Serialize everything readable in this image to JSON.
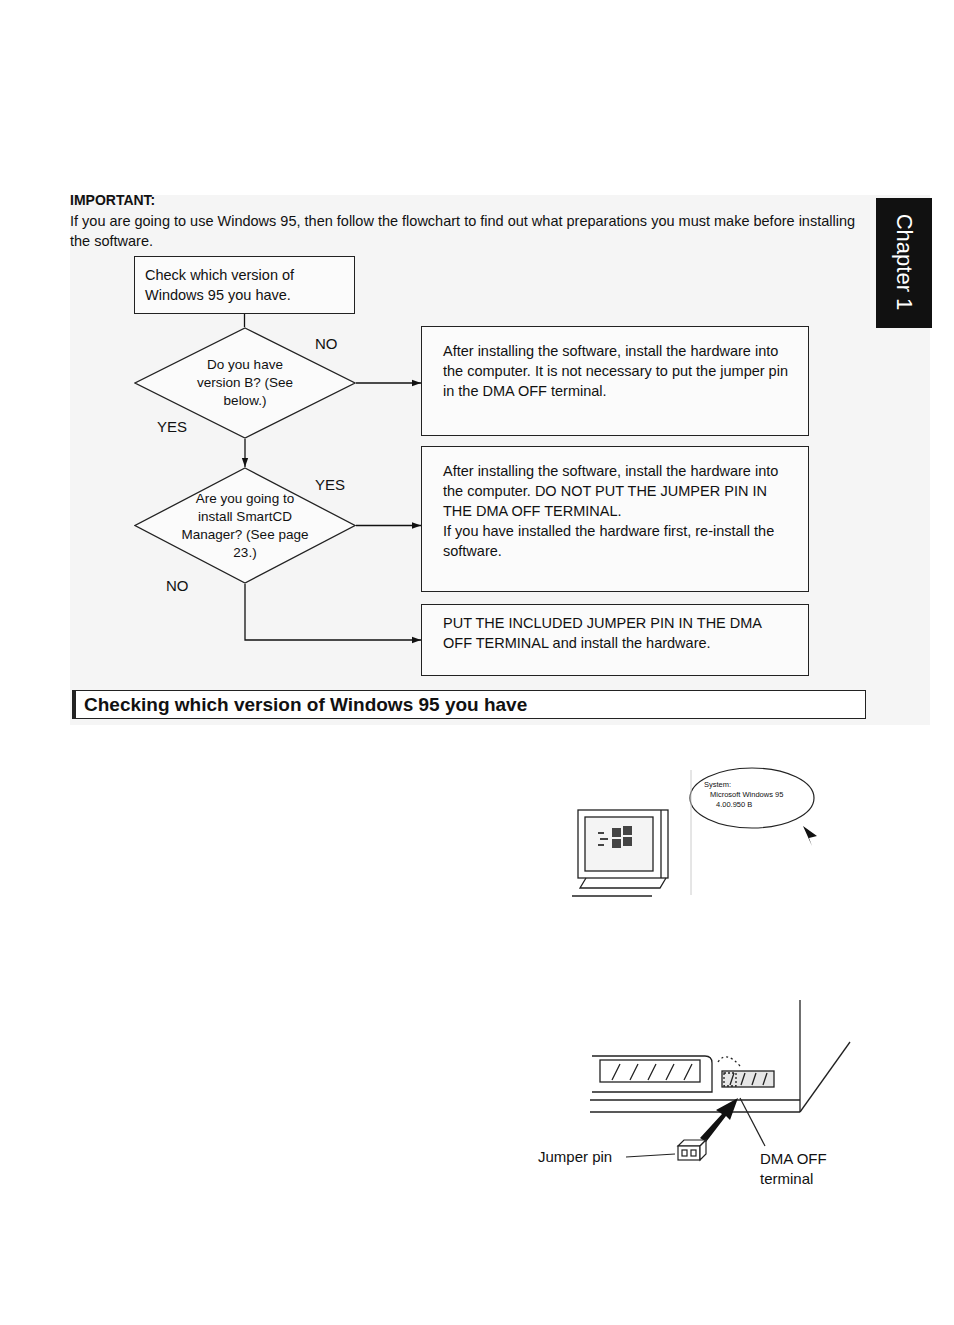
{
  "diagram": {
    "title": "Checking which version of Windows 95 you have",
    "nodes": [
      {
        "text": [
          "Check which version of Windows 95 you have."
        ]
      },
      {
        "text": [
          "Do you have version B? (See below.)"
        ]
      },
      {
        "text": [
          "After installing the software, install the hardware into the computer. It is not necessary to put the jumper pin in the DMA OFF terminal."
        ]
      },
      {
        "text": [
          "Are you going to install SmartCD Manager? (See page 23.)"
        ]
      },
      {
        "text": [
          "After installing the software, install the hardware into the computer. DO NOT PUT THE JUMPER PIN IN THE DMA OFF TERMINAL.",
          "If you have installed the hardware first, re-install the software."
        ]
      },
      {
        "text": [
          "PUT THE INCLUDED JUMPER PIN IN THE DMA OFF TERMINAL and install the hardware."
        ]
      }
    ],
    "edges": [
      {
        "from": 0,
        "to": 1,
        "arrow": "none"
      },
      {
        "from": 1,
        "to": 2,
        "label": "NO",
        "arrow": "to"
      },
      {
        "from": 1,
        "to": 3,
        "label": "YES",
        "arrow": "to"
      },
      {
        "from": 3,
        "to": 4,
        "label": "YES",
        "arrow": "to"
      },
      {
        "from": 3,
        "to": 5,
        "label": "NO",
        "arrow": "to"
      }
    ],
    "labels": [
      "IMPORTANT:",
      "If you are going to use Windows 95, then follow the flowchart to find out what preparations you must make before installing the software.",
      "Chapter 1",
      "System:",
      "Microsoft Windows 95",
      "4.00.950 B",
      "Jumper pin",
      "DMA OFF terminal"
    ]
  }
}
